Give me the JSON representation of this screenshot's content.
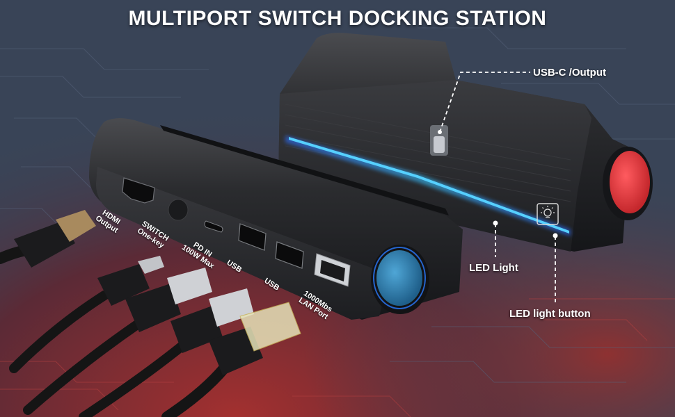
{
  "title": "MULTIPORT SWITCH DOCKING STATION",
  "callouts": {
    "usb_c_output": "USB-C /Output",
    "led_light": "LED Light",
    "led_light_button": "LED light button"
  },
  "port_labels": {
    "hdmi": [
      "HDMI",
      "Output"
    ],
    "switch": [
      "SWITCH",
      "One-key"
    ],
    "pd_in": [
      "PD IN",
      "100W Max"
    ],
    "usb_1": [
      "USB"
    ],
    "usb_2": [
      "USB"
    ],
    "lan": [
      "1000Mbs",
      "LAN Port"
    ]
  },
  "colors": {
    "background_blue": "#394457",
    "background_red": "#7a2a2c",
    "dock_body": "#2a2b2e",
    "led_blue": "#1e8cff",
    "cap_red": "#e8363b",
    "cap_blue": "#2f86b8"
  },
  "icons": [
    "light-bulb-icon"
  ]
}
